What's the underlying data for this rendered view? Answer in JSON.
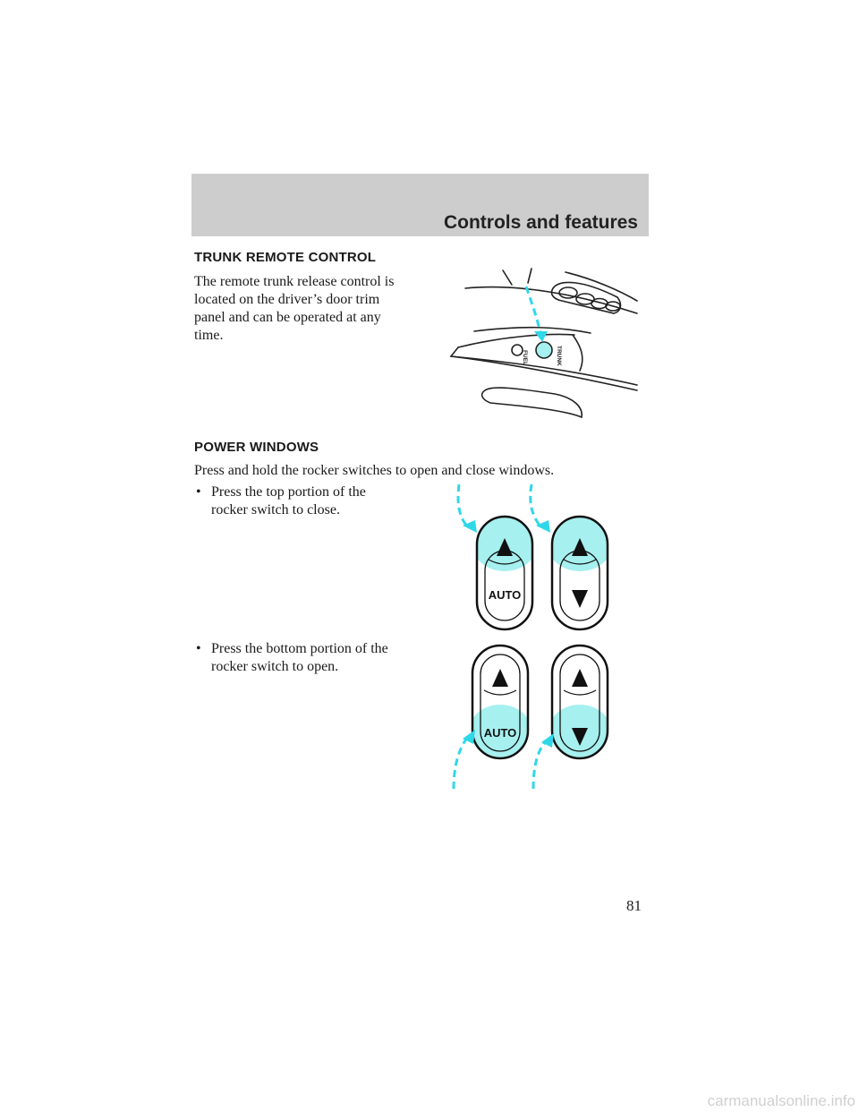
{
  "header": {
    "section_title": "Controls and features"
  },
  "trunk": {
    "heading": "TRUNK REMOTE CONTROL",
    "paragraph_lines": [
      "The remote trunk release control is",
      "located on the driver’s door trim",
      "panel and can be operated at any",
      "time."
    ],
    "figure": {
      "fuel_label": "FUEL",
      "trunk_label": "TRUNK"
    }
  },
  "windows": {
    "heading": "POWER WINDOWS",
    "intro": "Press and hold the rocker switches to open and close windows.",
    "bullets": [
      {
        "bullet": "•",
        "lines": [
          "Press the top portion of the",
          "rocker switch to close."
        ]
      },
      {
        "bullet": "•",
        "lines": [
          "Press the bottom portion of the",
          "rocker switch to open."
        ]
      }
    ],
    "switch_label": "AUTO"
  },
  "page_number": "81",
  "watermark": "carmanualsonline.info",
  "colors": {
    "header_bar": "#cdcdcd",
    "highlight": "#a6f0ef",
    "arrow": "#2fd8e8"
  }
}
